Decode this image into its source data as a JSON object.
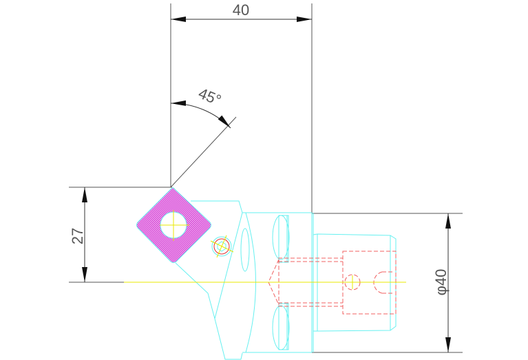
{
  "drawing": {
    "dimensions": {
      "width_label": "40",
      "angle_label": "45°",
      "height_label": "27",
      "diameter_label": "φ40"
    },
    "colors": {
      "outline": "#66f0f0",
      "hidden_lines": "#f06060",
      "center_lines": "#e8e800",
      "insert_fill": "#e060e0",
      "dimension_lines": "#333333"
    }
  }
}
